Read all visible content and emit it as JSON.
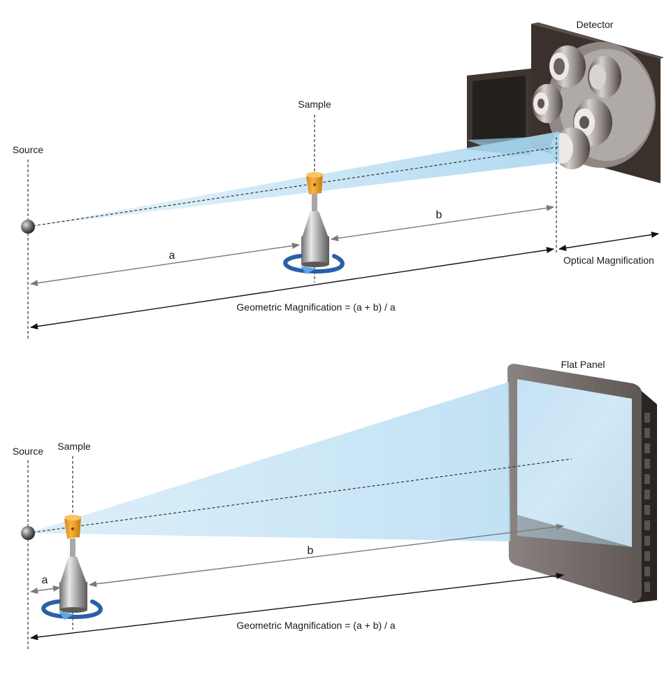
{
  "top": {
    "source_label": "Source",
    "sample_label": "Sample",
    "detector_label": "Detector",
    "a_label": "a",
    "b_label": "b",
    "optical_label": "Optical Magnification",
    "geometric_label": "Geometric Magnification = (a + b) / a"
  },
  "bottom": {
    "source_label": "Source",
    "sample_label": "Sample",
    "panel_label": "Flat Panel",
    "a_label": "a",
    "b_label": "b",
    "geometric_label": "Geometric Magnification = (a + b) / a"
  },
  "colors": {
    "beam": "#bfe0f3",
    "sample": "#f0a020",
    "rotation_arrow": "#2b5fa8",
    "dimension_line": "#7a7a7a",
    "detector_body": "#4a403c",
    "panel_frame": "#6e6764"
  }
}
